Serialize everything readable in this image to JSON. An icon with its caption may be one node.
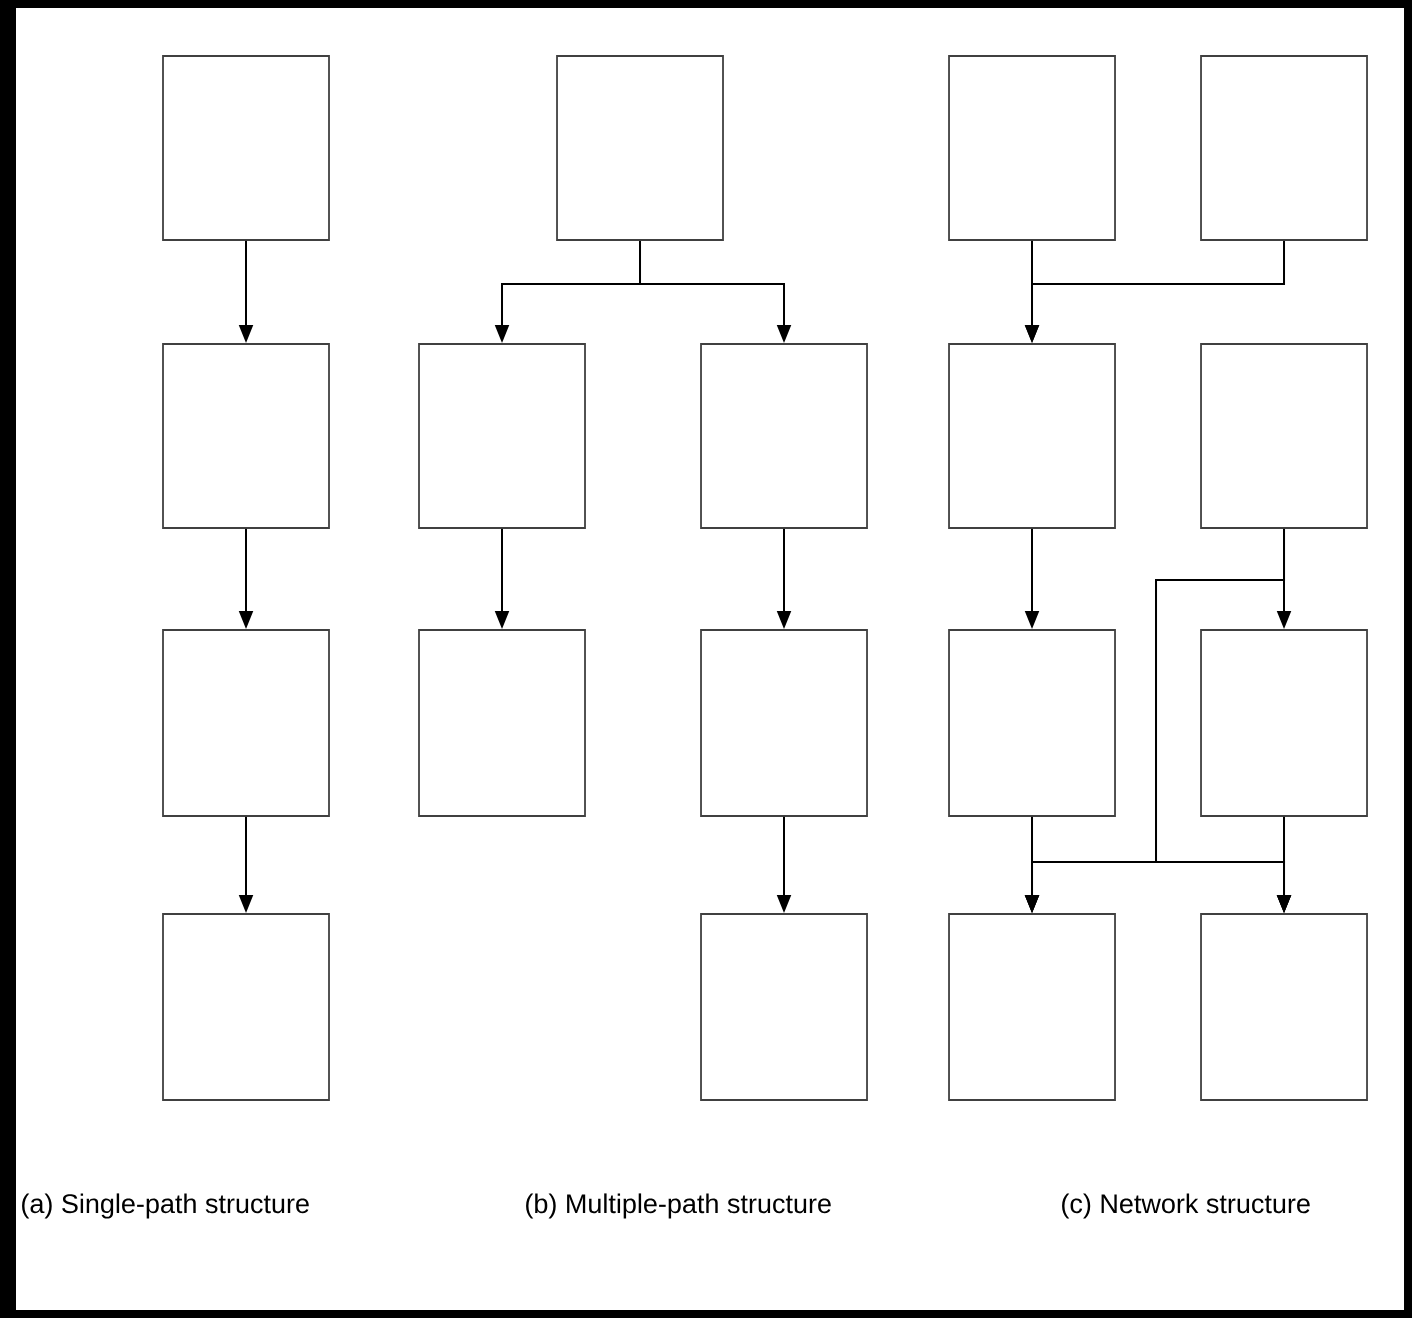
{
  "diagram": {
    "nodes": [
      {
        "text": [],
        "shape": "box"
      },
      {
        "text": [],
        "shape": "box"
      },
      {
        "text": [],
        "shape": "box"
      },
      {
        "text": [],
        "shape": "box"
      },
      {
        "text": [],
        "shape": "box"
      },
      {
        "text": [],
        "shape": "box"
      },
      {
        "text": [],
        "shape": "box"
      },
      {
        "text": [],
        "shape": "box"
      },
      {
        "text": [],
        "shape": "box"
      },
      {
        "text": [],
        "shape": "box"
      },
      {
        "text": [],
        "shape": "box"
      },
      {
        "text": [],
        "shape": "box"
      },
      {
        "text": [],
        "shape": "box"
      },
      {
        "text": [],
        "shape": "box"
      },
      {
        "text": [],
        "shape": "box"
      },
      {
        "text": [],
        "shape": "box"
      },
      {
        "text": [],
        "shape": "box"
      },
      {
        "text": [],
        "shape": "box"
      }
    ],
    "edges": [
      {
        "from": 0,
        "to": 1,
        "arrow": "to"
      },
      {
        "from": 1,
        "to": 2,
        "arrow": "to"
      },
      {
        "from": 2,
        "to": 3,
        "arrow": "to"
      },
      {
        "from": 4,
        "to": 5,
        "arrow": "to"
      },
      {
        "from": 4,
        "to": 6,
        "arrow": "to"
      },
      {
        "from": 5,
        "to": 7,
        "arrow": "to"
      },
      {
        "from": 6,
        "to": 8,
        "arrow": "to"
      },
      {
        "from": 8,
        "to": 9,
        "arrow": "to"
      },
      {
        "from": 10,
        "to": 12,
        "arrow": "to"
      },
      {
        "from": 11,
        "to": 12,
        "arrow": "to"
      },
      {
        "from": 12,
        "to": 14,
        "arrow": "to"
      },
      {
        "from": 13,
        "to": 15,
        "arrow": "to"
      },
      {
        "from": 13,
        "to": 16,
        "arrow": "to"
      },
      {
        "from": 13,
        "to": 17,
        "arrow": "to"
      },
      {
        "from": 14,
        "to": 16,
        "arrow": "to"
      },
      {
        "from": 14,
        "to": 17,
        "arrow": "to"
      },
      {
        "from": 15,
        "to": 16,
        "arrow": "to"
      },
      {
        "from": 15,
        "to": 17,
        "arrow": "to"
      }
    ],
    "labels": [
      "(a) Single-path structure",
      "(b) Multiple-path structure",
      "(c) Network structure"
    ]
  }
}
